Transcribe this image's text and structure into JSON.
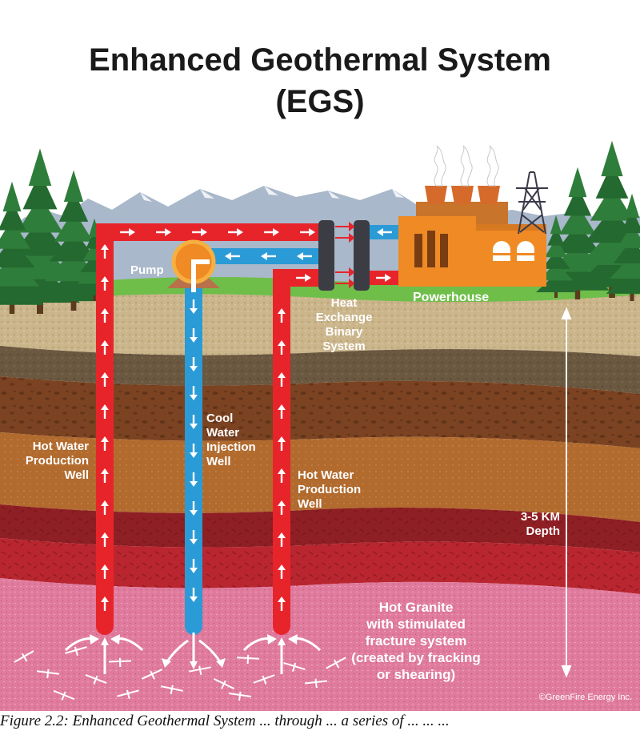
{
  "title": {
    "line1": "Enhanced Geothermal System",
    "line2": "(EGS)"
  },
  "labels": {
    "pump": "Pump",
    "powerhouse": "Powerhouse",
    "heat_exchange": [
      "Heat",
      "Exchange",
      "Binary",
      "System"
    ],
    "cool_well": [
      "Cool",
      "Water",
      "Injection",
      "Well"
    ],
    "hot_well_left": [
      "Hot Water",
      "Production",
      "Well"
    ],
    "hot_well_right": [
      "Hot Water",
      "Production",
      "Well"
    ],
    "depth": [
      "3-5 KM",
      "Depth"
    ],
    "granite": [
      "Hot Granite",
      "with stimulated",
      "fracture system",
      "(created by fracking",
      "or shearing)"
    ],
    "credit": "©GreenFire Energy Inc."
  },
  "caption": "Figure 2.2: Enhanced Geothermal System ... through ... a series of ... ... ...",
  "colors": {
    "hot_pipe": "#e8242b",
    "cool_pipe": "#2a9bd6",
    "powerhouse": "#ef8a24",
    "sky": "#ffffff",
    "grass": "#6fbe4a",
    "granite": "#e07b9e"
  },
  "icons": {
    "tree": "pine-tree-icon",
    "tower": "transmission-tower-icon",
    "steam": "steam-plume-icon",
    "arrow_up": "arrow-up-icon",
    "arrow_down": "arrow-down-icon"
  }
}
